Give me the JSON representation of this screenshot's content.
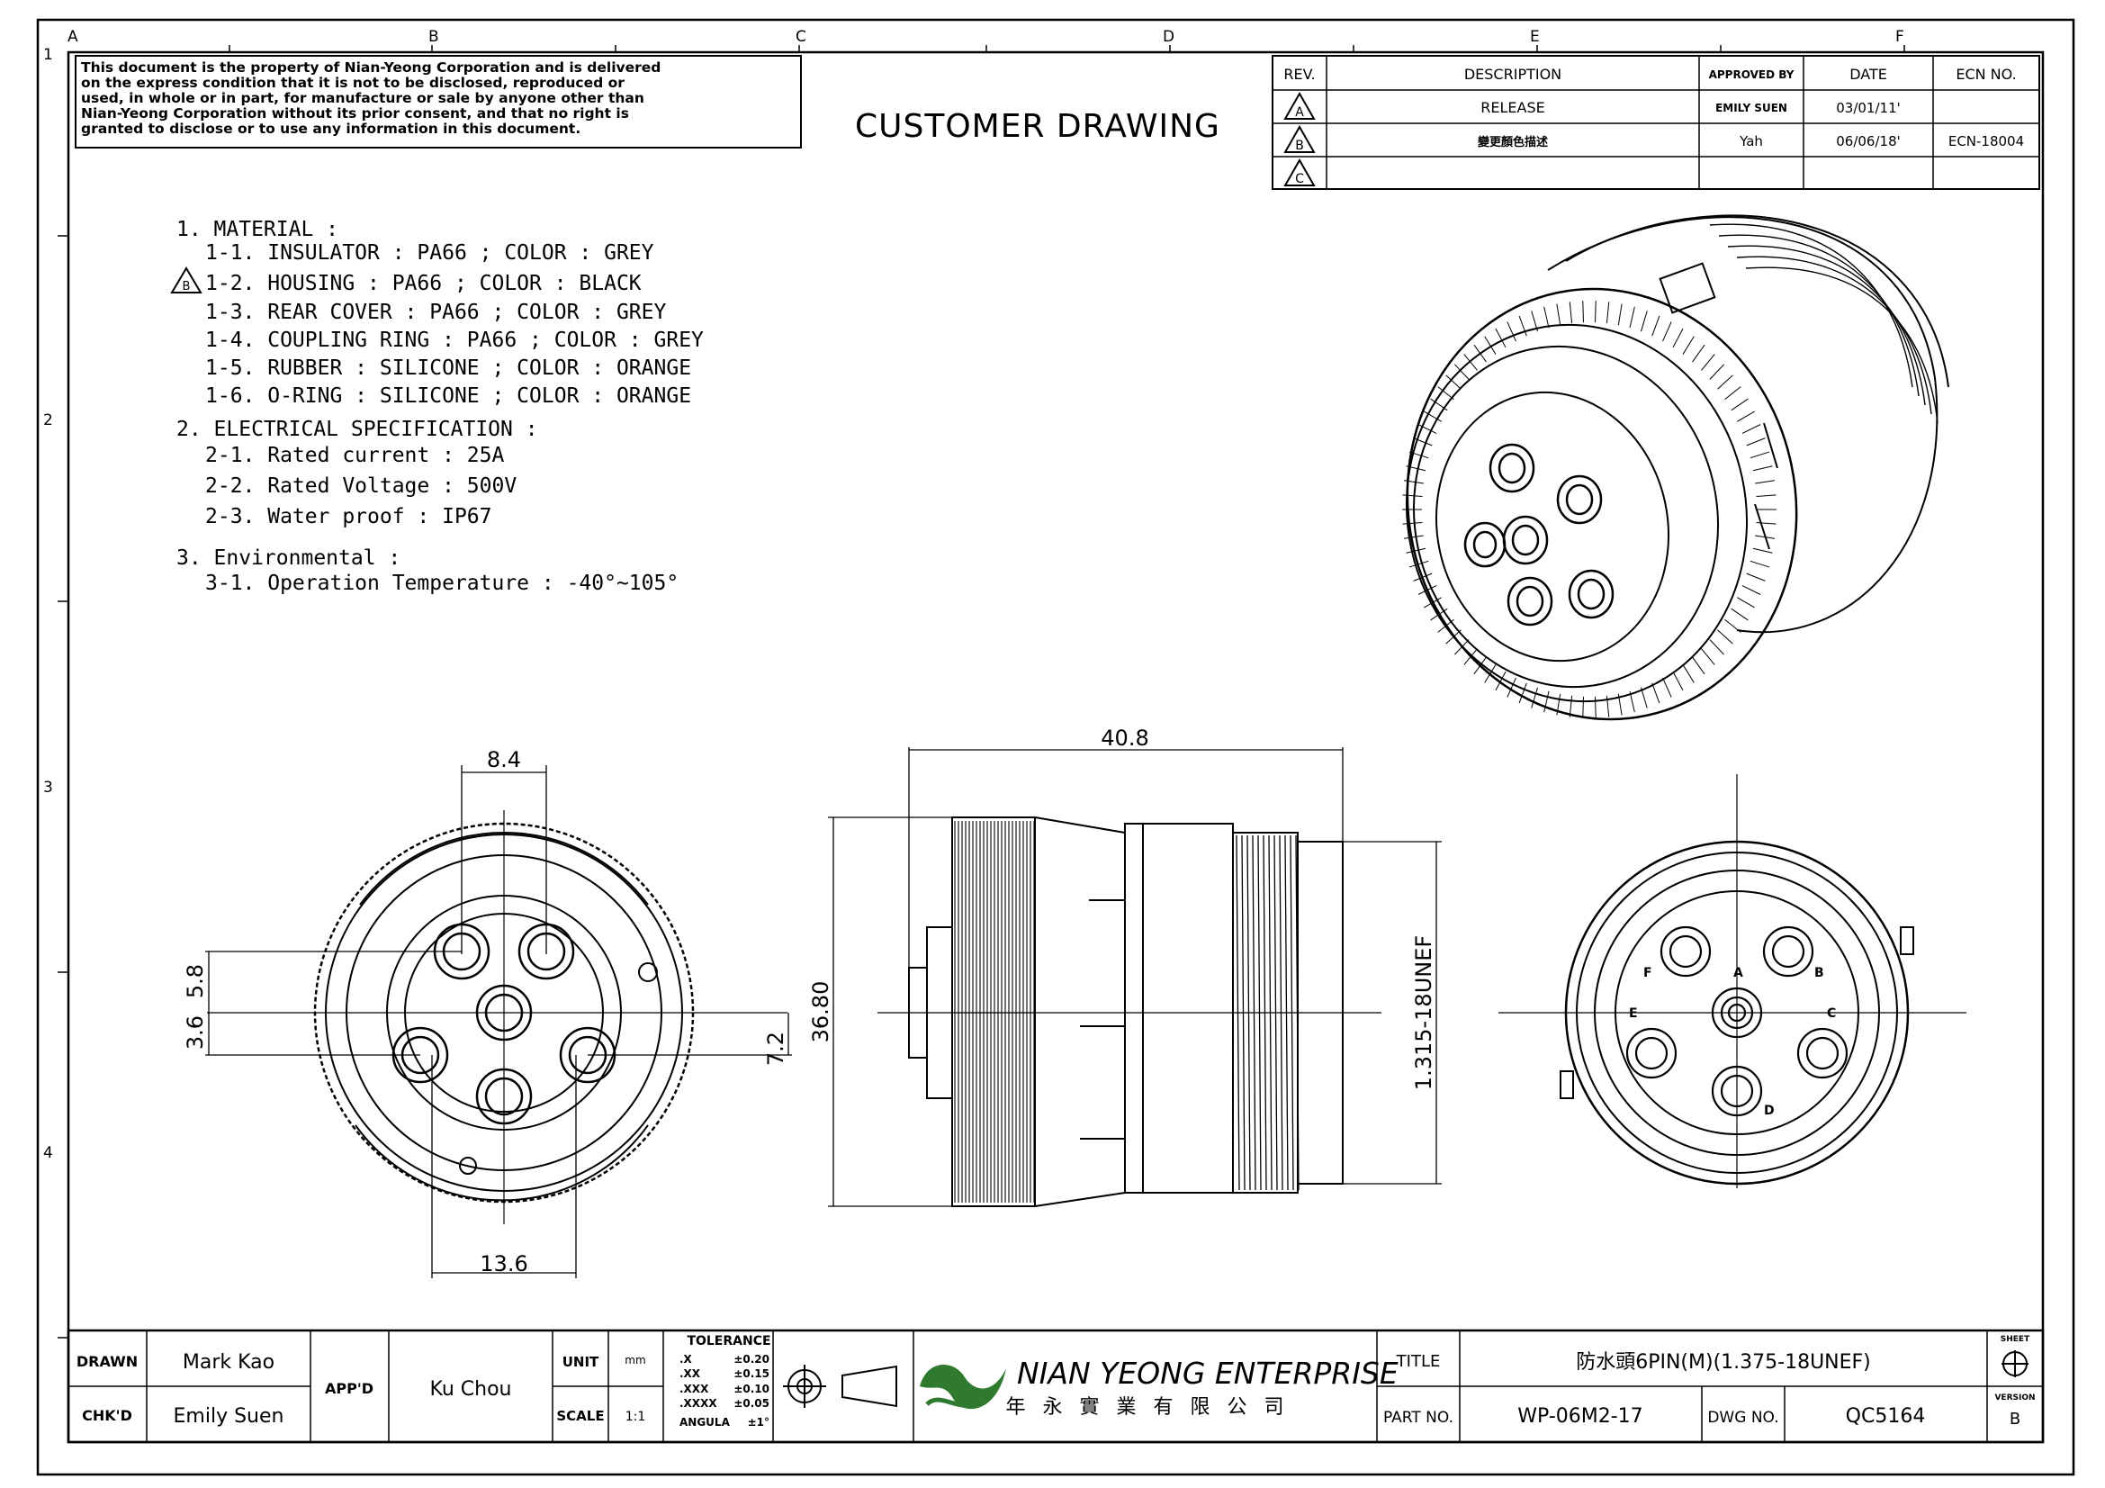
{
  "border": {
    "columns": [
      "A",
      "B",
      "C",
      "D",
      "E",
      "F"
    ],
    "rows": [
      "1",
      "2",
      "3",
      "4"
    ]
  },
  "notice": {
    "lines": [
      "This document is the property of Nian-Yeong Corporation and is delivered",
      "on  the  express condition that it is not to be disclosed, reproduced or",
      "used, in whole or in part, for manufacture or sale by anyone other than",
      "Nian-Yeong Corporation without  its prior consent, and that  no right  is",
      "granted to disclose or to use any information in this  document."
    ]
  },
  "drawing_title": "CUSTOMER  DRAWING",
  "revision_table": {
    "headers": [
      "REV.",
      "DESCRIPTION",
      "APPROVED BY",
      "DATE",
      "ECN NO."
    ],
    "rows": [
      {
        "rev": "A",
        "description": "RELEASE",
        "approved": "EMILY SUEN",
        "date": "03/01/11'",
        "ecn": ""
      },
      {
        "rev": "B",
        "description": "變更顏色描述",
        "approved": "Yah",
        "date": "06/06/18'",
        "ecn": "ECN-18004"
      },
      {
        "rev": "C",
        "description": "",
        "approved": "",
        "date": "",
        "ecn": ""
      }
    ]
  },
  "specs": {
    "lines": [
      "1. MATERIAL :",
      "1-1. INSULATOR : PA66 ; COLOR : GREY",
      "1-2. HOUSING : PA66 ; COLOR : BLACK",
      "1-3. REAR COVER : PA66 ; COLOR : GREY",
      "1-4. COUPLING RING : PA66 ; COLOR : GREY",
      "1-5. RUBBER : SILICONE ; COLOR : ORANGE",
      "1-6. O-RING : SILICONE ; COLOR : ORANGE",
      "2. ELECTRICAL SPECIFICATION :",
      "2-1. Rated current : 25A",
      "2-2. Rated Voltage : 500V",
      "2-3. Water proof : IP67",
      "3. Environmental :",
      "3-1. Operation Temperature : -40°~105°"
    ],
    "rev_marker": "B"
  },
  "dimensions": {
    "front_top": "8.4",
    "front_bottom": "13.6",
    "front_left_1": "5.8",
    "front_left_2": "3.6",
    "front_right": "7.2",
    "side_width": "40.8",
    "side_height": "36.80",
    "side_thread": "1.315-18UNEF"
  },
  "pin_labels": [
    "A",
    "B",
    "C",
    "D",
    "E",
    "F"
  ],
  "title_block": {
    "drawn_label": "DRAWN",
    "drawn_value": "Mark Kao",
    "chkd_label": "CHK'D",
    "chkd_value": "Emily Suen",
    "appd_label": "APP'D",
    "appd_value": "Ku Chou",
    "unit_label": "UNIT",
    "unit_value": "mm",
    "scale_label": "SCALE",
    "scale_value": "1:1",
    "tolerance": {
      "title": "TOLERANCE",
      "rows": [
        {
          "k": ".X",
          "v": "±0.20"
        },
        {
          "k": ".XX",
          "v": "±0.15"
        },
        {
          "k": ".XXX",
          "v": "±0.10"
        },
        {
          "k": ".XXXX",
          "v": "±0.05"
        },
        {
          "k": "ANGULA",
          "v": "±1°"
        }
      ]
    },
    "company_name": "NIAN YEONG ENTERPRISE",
    "company_chinese": "年 永 實 業 有 限 公 司",
    "title_label": "TITLE",
    "title_value": "防水頭6PIN(M)(1.375-18UNEF)",
    "part_label": "PART NO.",
    "part_value": "WP-06M2-17",
    "dwg_label": "DWG NO.",
    "dwg_value": "QC5164",
    "sheet_label": "SHEET",
    "version_label": "VERSION",
    "version_value": "B"
  }
}
